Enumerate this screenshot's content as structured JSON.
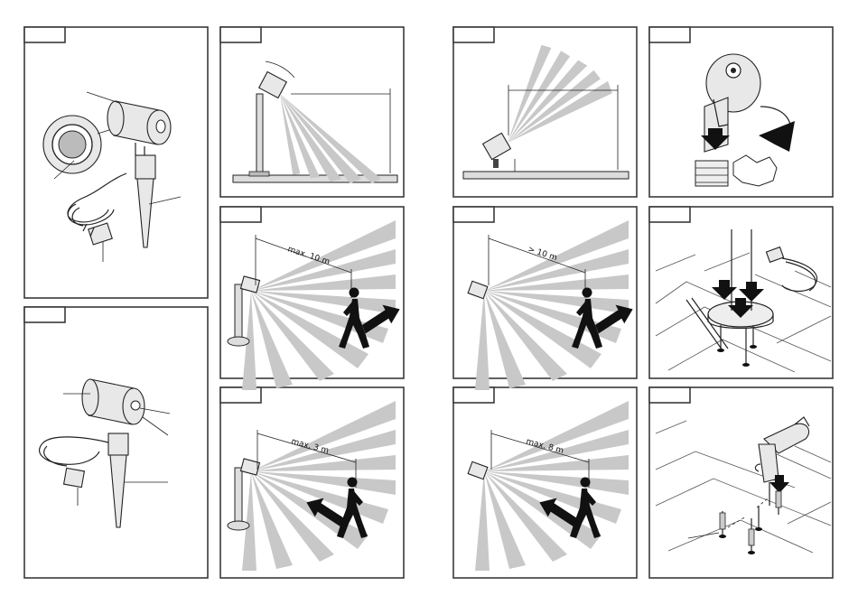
{
  "panels": {
    "p4": {
      "dimension": "max. 10 m"
    },
    "p5": {
      "dimension": "max. 3 m"
    },
    "p8": {
      "dimension": "> 10 m"
    },
    "p9": {
      "dimension": "max. 8 m"
    }
  }
}
